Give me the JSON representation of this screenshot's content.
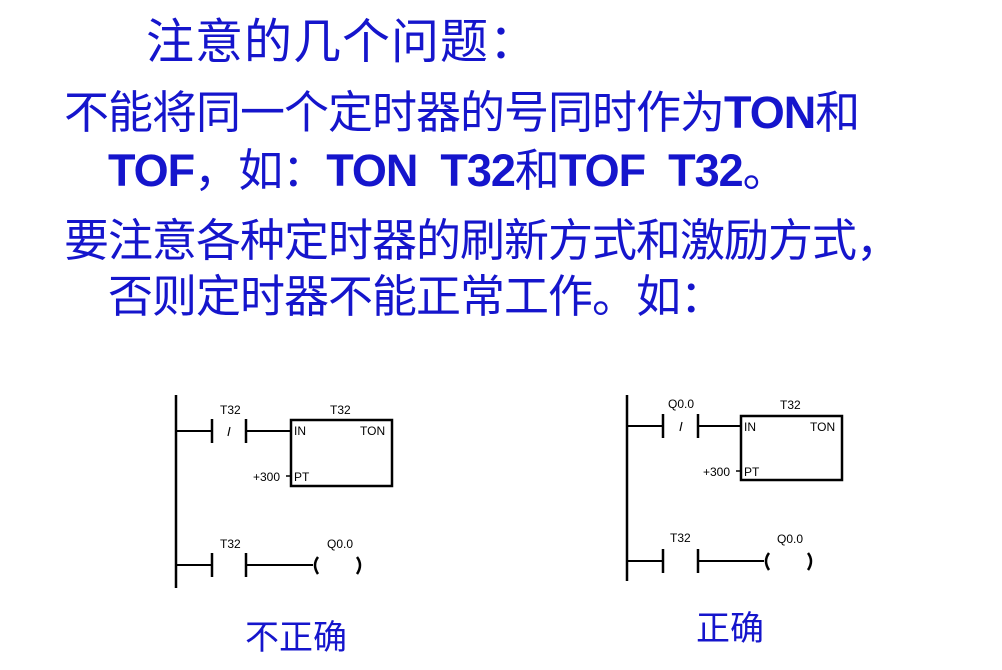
{
  "slide": {
    "title": "注意的几个问题：",
    "point1": {
      "line1_cn": "不能将同一个定时器的号同时作为",
      "line1_en": "TON",
      "line1_tail": "和",
      "line2_a": "TOF",
      "line2_b": "，如：",
      "line2_c": "TON  T32",
      "line2_d": "和",
      "line2_e": "TOF  T32",
      "line2_f": "。"
    },
    "point2": {
      "line1": "要注意各种定时器的刷新方式和激励方式，",
      "line2": "否则定时器不能正常工作。如："
    }
  },
  "diagrams": {
    "wrong": {
      "caption": "不正确",
      "rung1": {
        "contact_label": "T32",
        "contact_type": "normally-closed",
        "contact_symbol": "/",
        "box_title": "T32",
        "box_in": "IN",
        "box_type": "TON",
        "box_pt": "PT",
        "pt_value": "+300"
      },
      "rung2": {
        "contact_label": "T32",
        "contact_type": "normally-open",
        "coil_label": "Q0.0"
      }
    },
    "right": {
      "caption": "正确",
      "rung1": {
        "contact_label": "Q0.0",
        "contact_type": "normally-closed",
        "contact_symbol": "/",
        "box_title": "T32",
        "box_in": "IN",
        "box_type": "TON",
        "box_pt": "PT",
        "pt_value": "+300"
      },
      "rung2": {
        "contact_label": "T32",
        "contact_type": "normally-open",
        "coil_label": "Q0.0"
      }
    }
  },
  "colors": {
    "text_blue": "#1515cc",
    "ladder_black": "#000000",
    "background": "#ffffff"
  }
}
